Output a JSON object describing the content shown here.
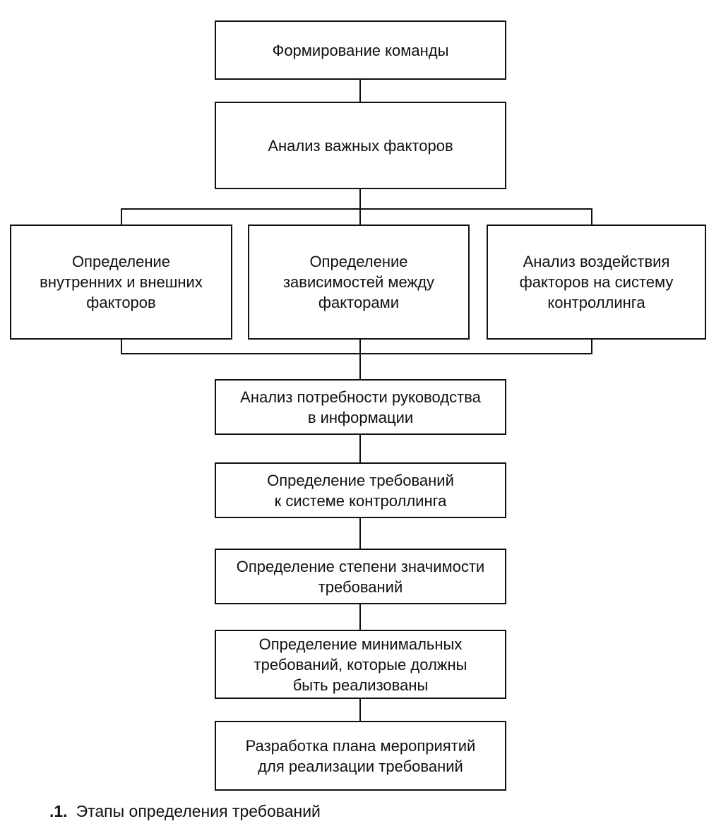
{
  "boxes": {
    "team": [
      "Формирование команды"
    ],
    "factors": [
      "Анализ важных факторов"
    ],
    "internal_external": [
      "Определение",
      "внутренних и внешних",
      "факторов"
    ],
    "dependencies": [
      "Определение",
      "зависимостей между",
      "факторами"
    ],
    "impact": [
      "Анализ воздействия",
      "факторов на систему",
      "контроллинга"
    ],
    "info_needs": [
      "Анализ потребности руководства",
      "в информации"
    ],
    "requirements": [
      "Определение требований",
      "к системе контроллинга"
    ],
    "significance": [
      "Определение степени значимости",
      "требований"
    ],
    "minimal": [
      "Определение минимальных",
      "требований, которые должны",
      "быть реализованы"
    ],
    "plan": [
      "Разработка плана мероприятий",
      "для реализации требований"
    ]
  },
  "caption": {
    "number": ".1.",
    "text": "Этапы определения требований"
  }
}
